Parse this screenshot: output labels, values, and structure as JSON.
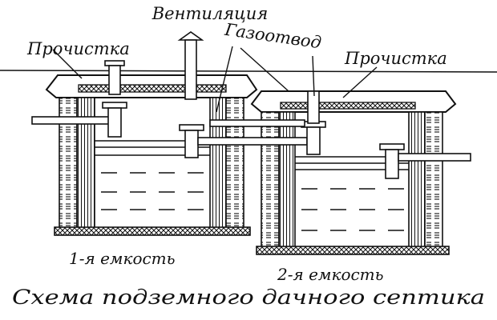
{
  "labels": {
    "ventilation": "Вентиляция",
    "cleanout_left": "Прочистка",
    "gas_vent": "Газоотвод",
    "cleanout_right": "Прочистка",
    "tank1": "1-я емкость",
    "tank2": "2-я емкость",
    "title": "Схема подземного дачного септика"
  }
}
